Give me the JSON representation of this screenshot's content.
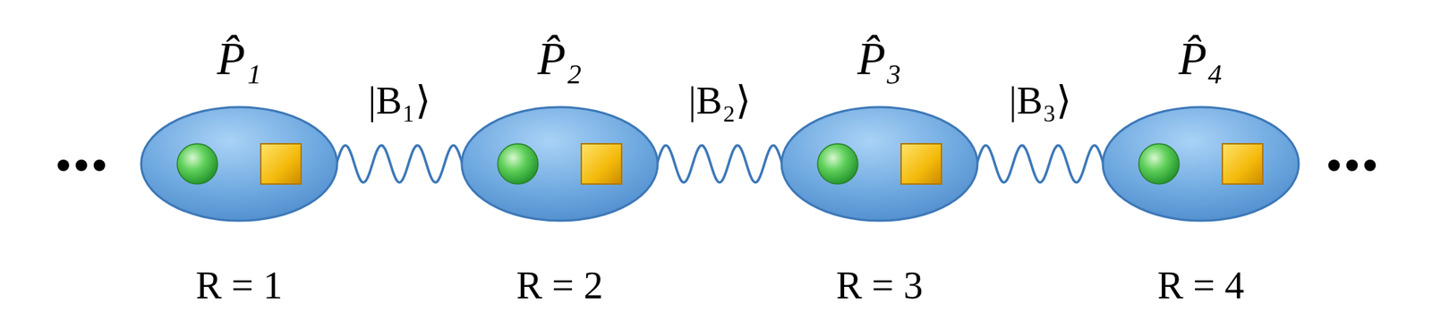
{
  "diagram": {
    "nodes": [
      {
        "text": [
          "P̂₁",
          "R = 1"
        ]
      },
      {
        "text": [
          "P̂₂",
          "R = 2"
        ]
      },
      {
        "text": [
          "P̂₃",
          "R = 3"
        ]
      },
      {
        "text": [
          "P̂₄",
          "R = 4"
        ]
      }
    ],
    "edges": [
      {
        "from": 0,
        "to": 1,
        "arrow": "none",
        "label": "|B₁⟩"
      },
      {
        "from": 1,
        "to": 2,
        "arrow": "none",
        "label": "|B₂⟩"
      },
      {
        "from": 2,
        "to": 3,
        "arrow": "none",
        "label": "|B₃⟩"
      }
    ]
  }
}
